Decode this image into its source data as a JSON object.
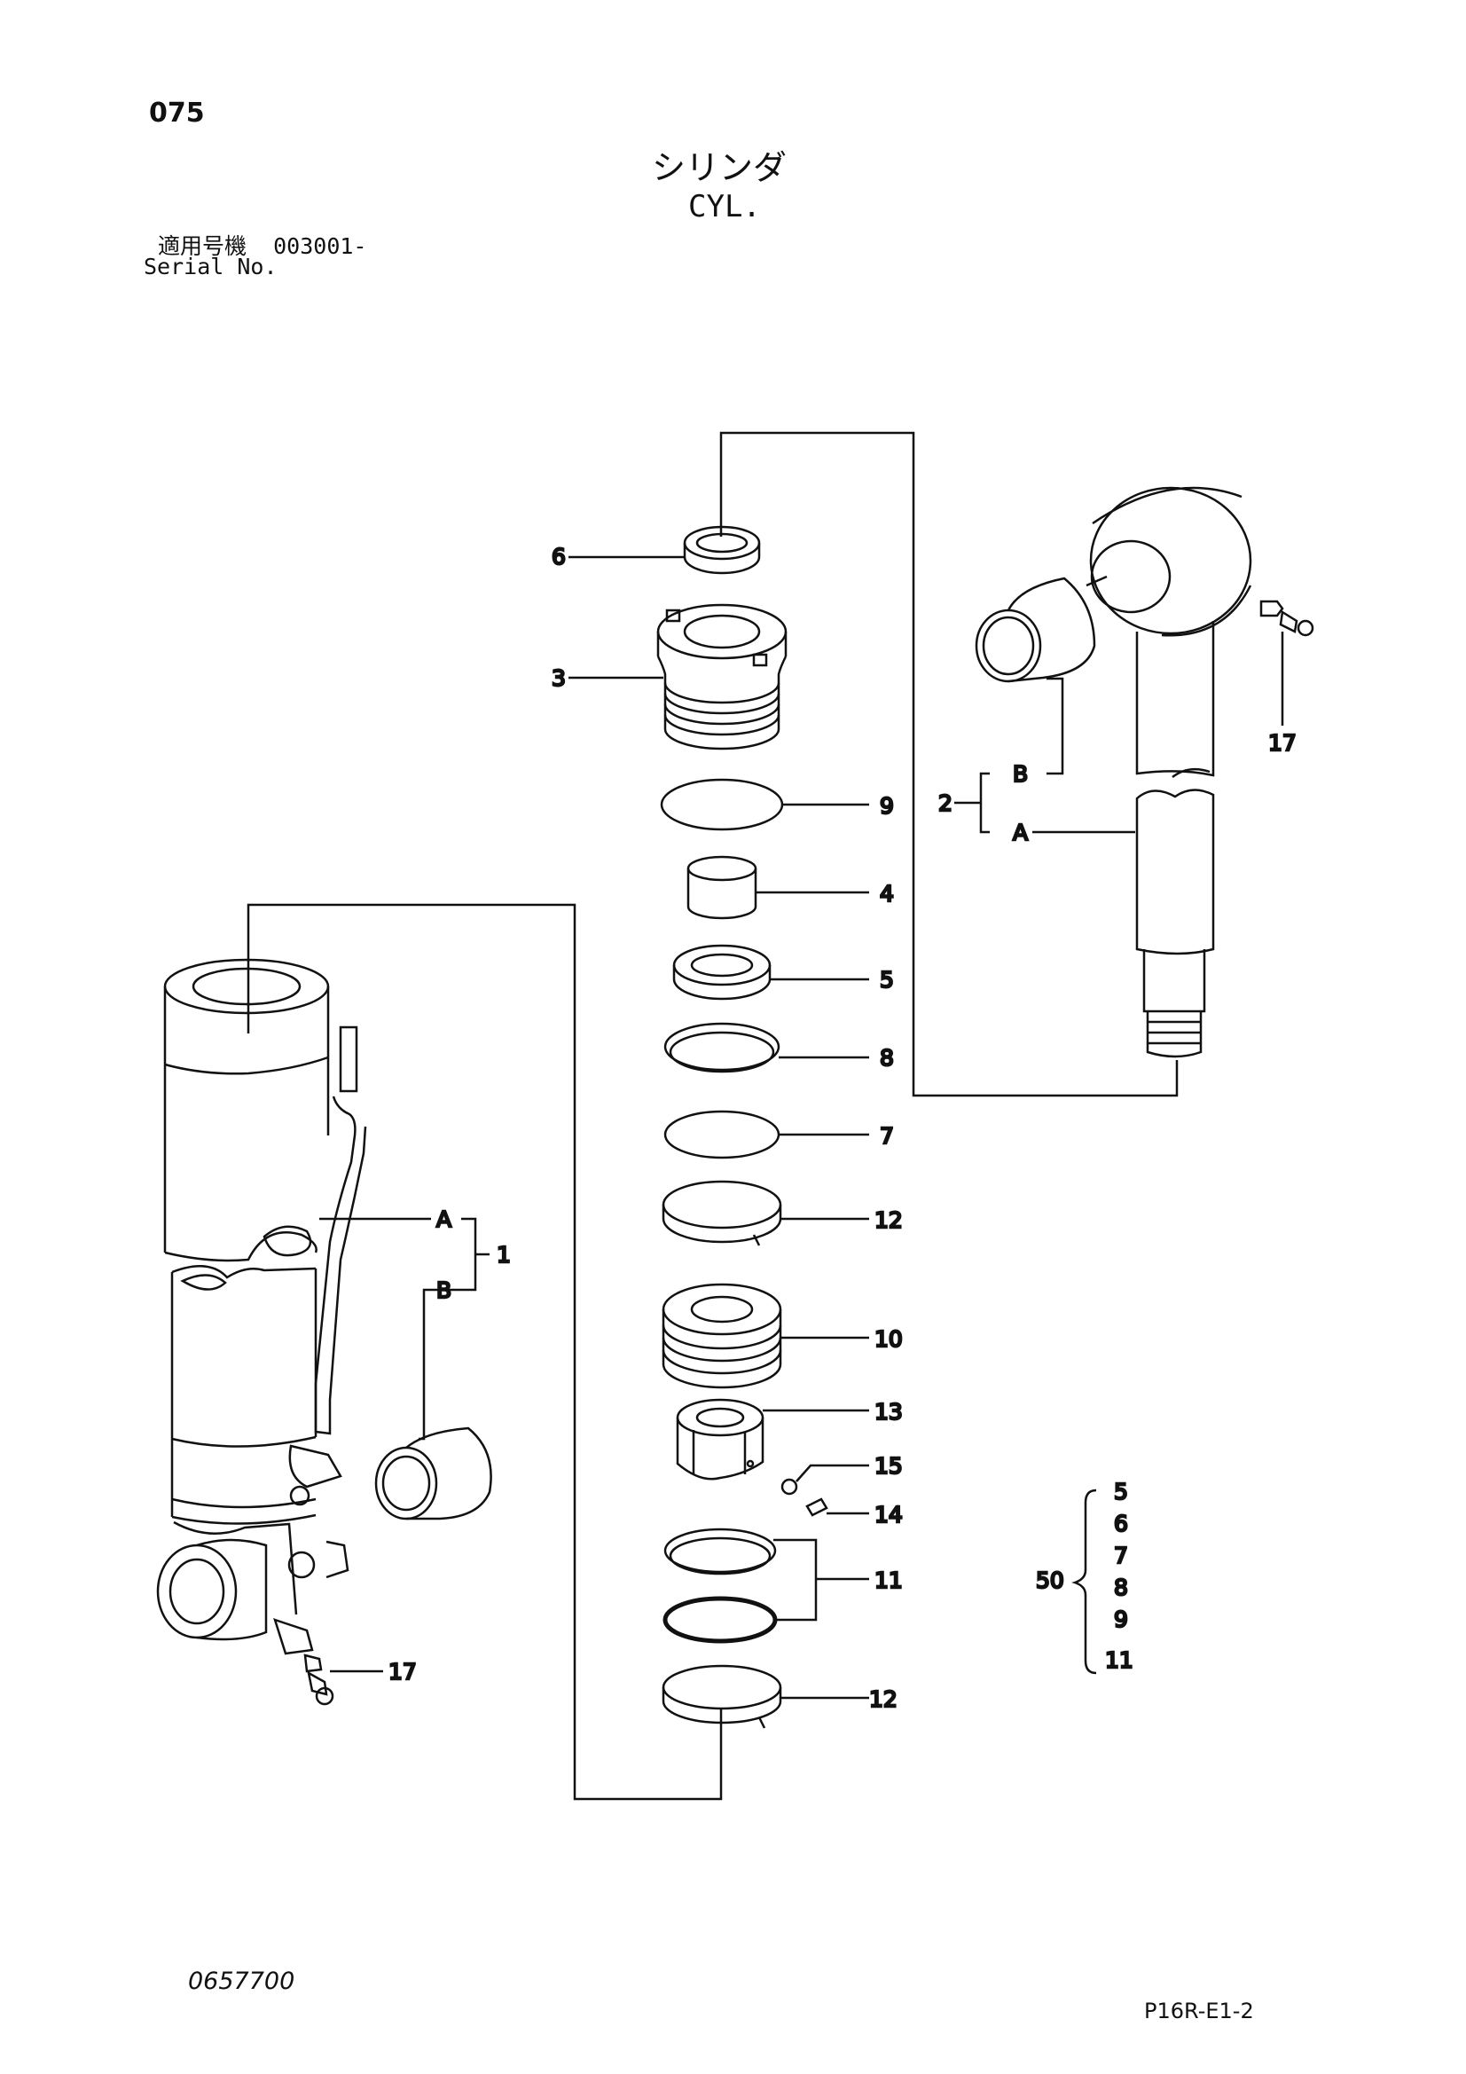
{
  "header": {
    "page_number": "075",
    "title_jp": "シリンダ",
    "title_en": "CYL.",
    "serial_label_jp": "適用号機",
    "serial_value": "003001-",
    "serial_label_en": "Serial No."
  },
  "footer": {
    "drawing_number": "0657700",
    "sheet_code": "P16R-E1-2"
  },
  "callouts": {
    "c6": "6",
    "c3": "3",
    "c9": "9",
    "c4": "4",
    "c5": "5",
    "c8": "8",
    "c7": "7",
    "c12a": "12",
    "c10": "10",
    "c13": "13",
    "c15": "15",
    "c14": "14",
    "c11": "11",
    "c12b": "12",
    "c17_top": "17",
    "c17_bottom": "17",
    "c2": "2",
    "c2_A": "A",
    "c2_B": "B",
    "c1": "1",
    "c1_A": "A",
    "c1_B": "B"
  },
  "kit": {
    "number": "50",
    "items": [
      "5",
      "6",
      "7",
      "8",
      "9",
      "11"
    ]
  }
}
